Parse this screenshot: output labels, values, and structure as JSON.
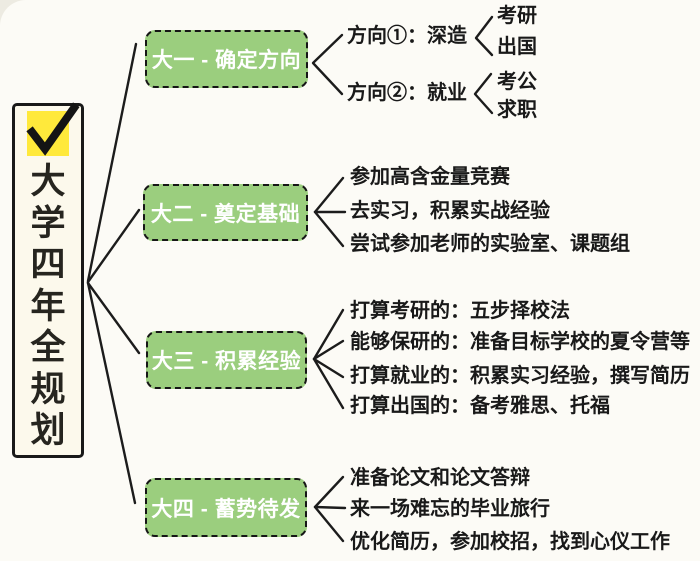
{
  "colors": {
    "background": "#FCFBF6",
    "outside_background": "#EDEBE2",
    "node_fill": "#9BCE7E",
    "node_border": "#161616",
    "node_text": "#FFFFFF",
    "check_yellow": "#FFE93B",
    "title_panel_bg": "#FCF9EC",
    "line": "#1C1C1C",
    "text": "#191919"
  },
  "mindmap": {
    "root": {
      "title": "大学四年全规划",
      "chars": [
        "大",
        "学",
        "四",
        "年",
        "全",
        "规",
        "划"
      ],
      "check_icon": "✓"
    },
    "branches": [
      {
        "label": "大一 - 确定方向",
        "children": [
          {
            "label": "方向①：深造",
            "children": [
              {
                "label": "考研"
              },
              {
                "label": "出国"
              }
            ]
          },
          {
            "label": "方向②：就业",
            "children": [
              {
                "label": "考公"
              },
              {
                "label": "求职"
              }
            ]
          }
        ]
      },
      {
        "label": "大二 - 奠定基础",
        "children": [
          {
            "label": "参加高含金量竞赛"
          },
          {
            "label": "去实习，积累实战经验"
          },
          {
            "label": "尝试参加老师的实验室、课题组"
          }
        ]
      },
      {
        "label": "大三 - 积累经验",
        "children": [
          {
            "label": "打算考研的：五步择校法"
          },
          {
            "label": "能够保研的：准备目标学校的夏令营等"
          },
          {
            "label": "打算就业的：积累实习经验，撰写简历"
          },
          {
            "label": "打算出国的：备考雅思、托福"
          }
        ]
      },
      {
        "label": "大四 - 蓄势待发",
        "children": [
          {
            "label": "准备论文和论文答辩"
          },
          {
            "label": "来一场难忘的毕业旅行"
          },
          {
            "label": "优化简历，参加校招，找到心仪工作"
          }
        ]
      }
    ]
  }
}
